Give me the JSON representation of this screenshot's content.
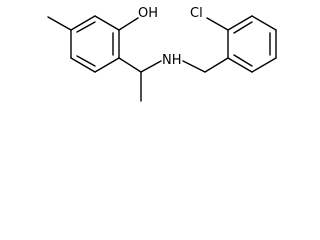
{
  "molecule": {
    "labels": {
      "hydroxyl": "OH",
      "amine": "NH",
      "chlorine": "Cl"
    }
  }
}
